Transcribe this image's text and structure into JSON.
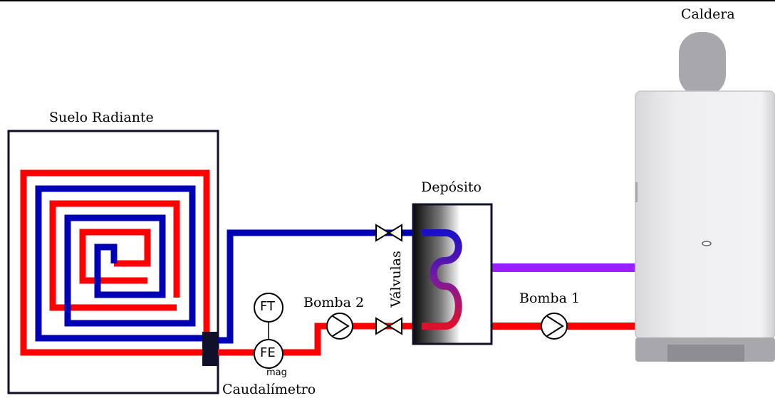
{
  "labels": {
    "floor": "Suelo Radiante",
    "tank": "Depósito",
    "boiler": "Caldera",
    "valves": "Válvulas",
    "pump1": "Bomba 1",
    "pump2": "Bomba 2",
    "flowmeter": "Caudalímetro",
    "ft": "FT",
    "fe": "FE",
    "mag": "mag"
  },
  "colors": {
    "hot": "#ff0000",
    "cold": "#0000b4",
    "mixed": "#9a1fff",
    "frame": "#10102a",
    "boiler_body": "#ebebed",
    "boiler_shade": "#a8a8ac",
    "valve_fill": "#fffff0"
  },
  "icons": [
    "pump-icon",
    "valve-icon",
    "flow-transmitter-icon",
    "flow-element-icon"
  ]
}
